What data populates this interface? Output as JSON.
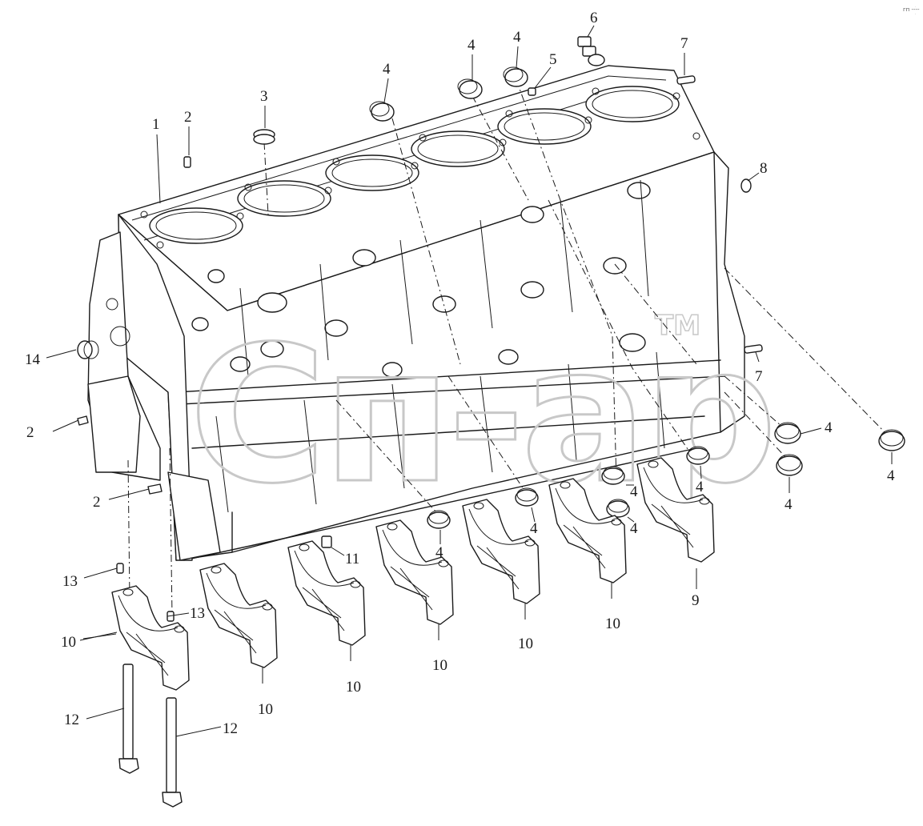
{
  "corner_mark": "гп ----",
  "watermark": {
    "text": "Сп-ар",
    "trademark": "TM"
  },
  "callouts": [
    {
      "id": "c1",
      "label": "1"
    },
    {
      "id": "c2a",
      "label": "2"
    },
    {
      "id": "c2b",
      "label": "2"
    },
    {
      "id": "c2c",
      "label": "2"
    },
    {
      "id": "c3",
      "label": "3"
    },
    {
      "id": "c4a",
      "label": "4"
    },
    {
      "id": "c4b",
      "label": "4"
    },
    {
      "id": "c4c",
      "label": "4"
    },
    {
      "id": "c4d",
      "label": "4"
    },
    {
      "id": "c4e",
      "label": "4"
    },
    {
      "id": "c4f",
      "label": "4"
    },
    {
      "id": "c4g",
      "label": "4"
    },
    {
      "id": "c4h",
      "label": "4"
    },
    {
      "id": "c4i",
      "label": "4"
    },
    {
      "id": "c4j",
      "label": "4"
    },
    {
      "id": "c4k",
      "label": "4"
    },
    {
      "id": "c4l",
      "label": "4"
    },
    {
      "id": "c5",
      "label": "5"
    },
    {
      "id": "c6",
      "label": "6"
    },
    {
      "id": "c7a",
      "label": "7"
    },
    {
      "id": "c7b",
      "label": "7"
    },
    {
      "id": "c8",
      "label": "8"
    },
    {
      "id": "c9",
      "label": "9"
    },
    {
      "id": "c10a",
      "label": "10"
    },
    {
      "id": "c10b",
      "label": "10"
    },
    {
      "id": "c10c",
      "label": "10"
    },
    {
      "id": "c10d",
      "label": "10"
    },
    {
      "id": "c10e",
      "label": "10"
    },
    {
      "id": "c10f",
      "label": "10"
    },
    {
      "id": "c10g",
      "label": "10"
    },
    {
      "id": "c11",
      "label": "11"
    },
    {
      "id": "c12a",
      "label": "12"
    },
    {
      "id": "c12b",
      "label": "12"
    },
    {
      "id": "c13a",
      "label": "13"
    },
    {
      "id": "c13b",
      "label": "13"
    },
    {
      "id": "c14",
      "label": "14"
    }
  ]
}
